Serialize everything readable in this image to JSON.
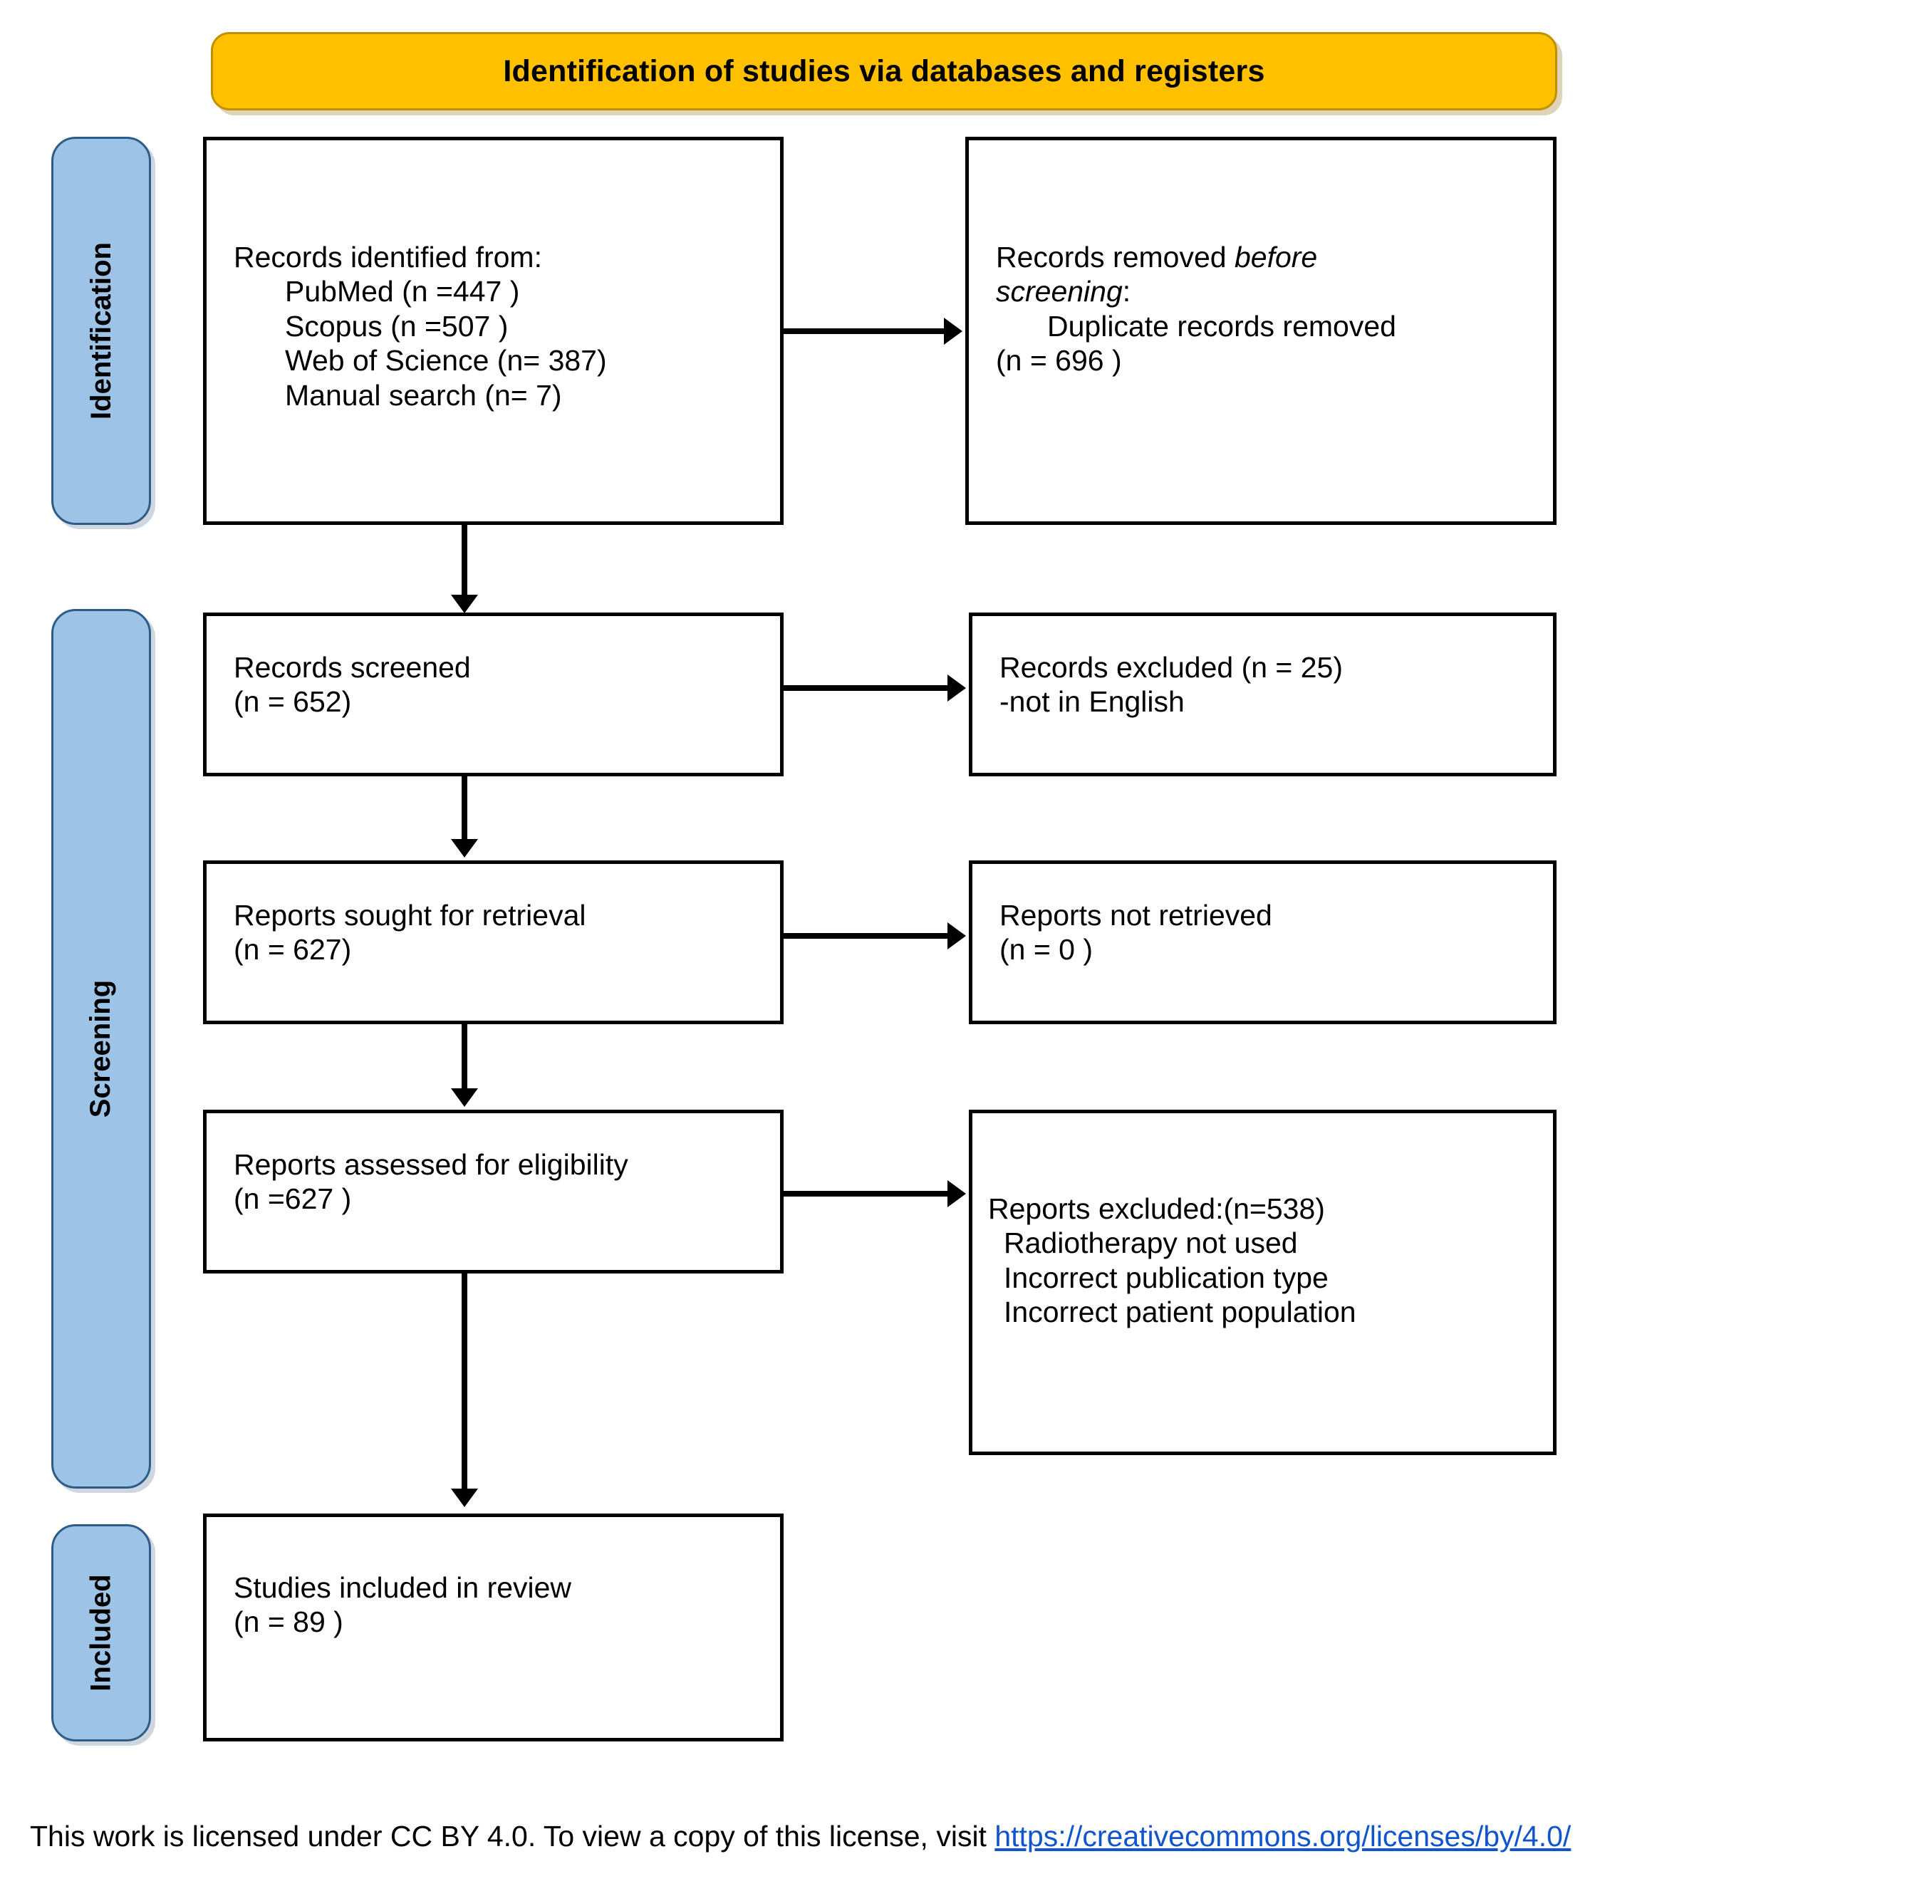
{
  "banner": {
    "title": "Identification of studies via databases and registers"
  },
  "phases": [
    {
      "id": "identification",
      "label": "Identification"
    },
    {
      "id": "screening",
      "label": "Screening"
    },
    {
      "id": "included",
      "label": "Included"
    }
  ],
  "boxes": {
    "records_identified": {
      "lines": [
        "Records identified from:",
        "PubMed (n =447 )",
        "Scopus (n =507 )",
        "Web of Science (n= 387)",
        "Manual search (n= 7)"
      ]
    },
    "records_removed": {
      "line1_a": "Records removed ",
      "line1_em": "before",
      "line2_em": "screening",
      "line2_b": ":",
      "line3": "Duplicate records removed",
      "line4": "(n = 696 )"
    },
    "records_screened": {
      "lines": [
        "Records screened",
        "(n = 652)"
      ]
    },
    "records_excluded": {
      "lines": [
        "Records excluded (n = 25)",
        "-not in English"
      ]
    },
    "reports_sought": {
      "lines": [
        "Reports sought for retrieval",
        "(n = 627)"
      ]
    },
    "reports_not_retrieved": {
      "lines": [
        "Reports not retrieved",
        "(n = 0 )"
      ]
    },
    "reports_assessed": {
      "lines": [
        "Reports assessed for eligibility",
        "(n =627 )"
      ]
    },
    "reports_excluded": {
      "lines": [
        "Reports excluded:(n=538)",
        "Radiotherapy not used",
        "Incorrect publication type",
        "Incorrect patient population"
      ]
    },
    "studies_included": {
      "lines": [
        "Studies included in review",
        "(n = 89 )"
      ]
    }
  },
  "footer": {
    "text_before": "This work is licensed under CC BY 4.0. To view a copy of this license, visit ",
    "link_text": "https://creativecommons.org/licenses/by/4.0/"
  },
  "colors": {
    "banner_fill": "#FFC000",
    "banner_border": "#BF9000",
    "phase_fill": "#9DC3E6",
    "phase_border": "#2E5C86",
    "box_border": "#000000",
    "link": "#1155CC"
  }
}
